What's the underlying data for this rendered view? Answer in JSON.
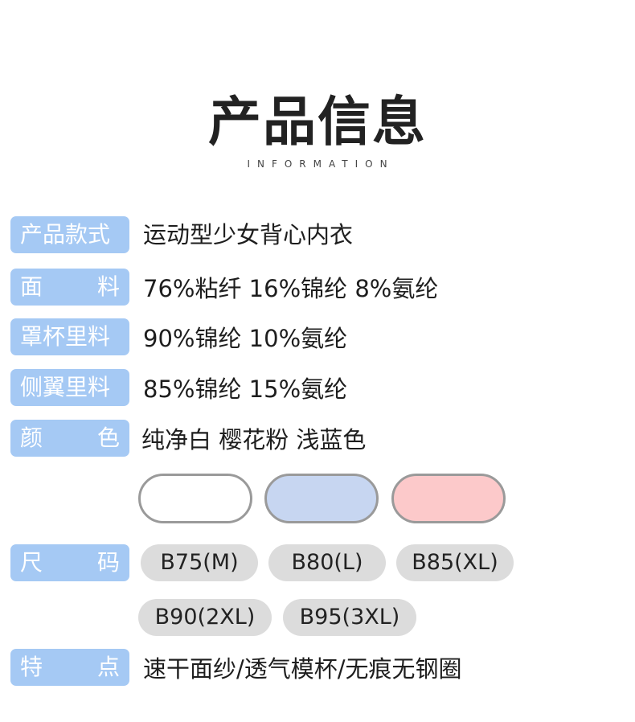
{
  "header": {
    "title": "产品信息",
    "subtitle": "INFORMATION"
  },
  "rows": {
    "style": {
      "label": "产品款式",
      "value": "运动型少女背心内衣"
    },
    "fabric": {
      "label_left": "面",
      "label_right": "料",
      "value": "76%粘纤 16%锦纶 8%氨纶"
    },
    "cup": {
      "label": "罩杯里料",
      "value": "90%锦纶 10%氨纶"
    },
    "side": {
      "label": "侧翼里料",
      "value": "85%锦纶 15%氨纶"
    },
    "color": {
      "label_left": "颜",
      "label_right": "色",
      "value": "纯净白 樱花粉 浅蓝色"
    },
    "size": {
      "label_left": "尺",
      "label_right": "码"
    },
    "feature": {
      "label_left": "特",
      "label_right": "点",
      "value": "速干面纱/透气模杯/无痕无钢圈"
    }
  },
  "swatches": [
    {
      "name": "white",
      "color": "#ffffff"
    },
    {
      "name": "blue",
      "color": "#c7d6f1"
    },
    {
      "name": "pink",
      "color": "#fcc9ca"
    }
  ],
  "sizes": [
    "B75(M)",
    "B80(L)",
    "B85(XL)",
    "B90(2XL)",
    "B95(3XL)"
  ]
}
